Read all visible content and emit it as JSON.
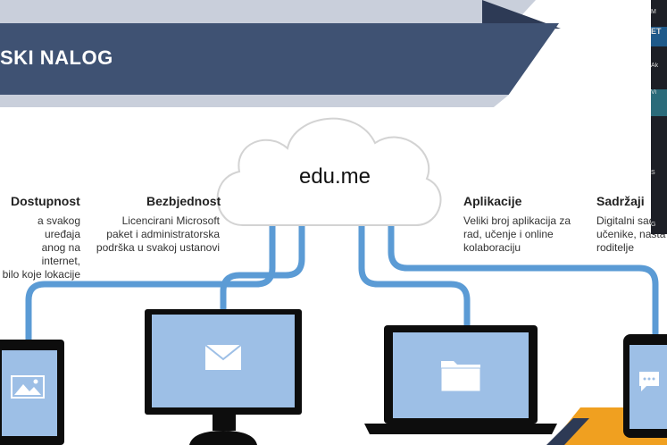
{
  "banner": {
    "title": "SKI NALOG"
  },
  "cloud": {
    "label": "edu.me"
  },
  "columns": [
    {
      "title": "Dostupnost",
      "lines": [
        "a svakog uređaja",
        "anog na internet,",
        "bilo koje lokacije"
      ]
    },
    {
      "title": "Bezbjednost",
      "lines": [
        "Licencirani Microsoft",
        "paket i administratorska",
        "podrška u svakoj ustanovi"
      ]
    },
    {
      "title": "Aplikacije",
      "lines": [
        "Veliki broj aplikacija za",
        "rad, učenje i online",
        "kolaboraciju"
      ]
    },
    {
      "title": "Sadržaji",
      "lines": [
        "Digitalni sad",
        "učenike, nasta",
        "roditelje"
      ]
    }
  ],
  "video_strip": {
    "labels": [
      "M",
      "ET",
      "Ak",
      "Vi",
      "S",
      "G"
    ]
  },
  "colors": {
    "banner": "#3f5273",
    "line": "#5b9bd5",
    "screen": "#9dbfe6",
    "accent": "#f0a020"
  },
  "icons": [
    "image-icon",
    "mail-icon",
    "folder-icon",
    "chat-icon"
  ]
}
